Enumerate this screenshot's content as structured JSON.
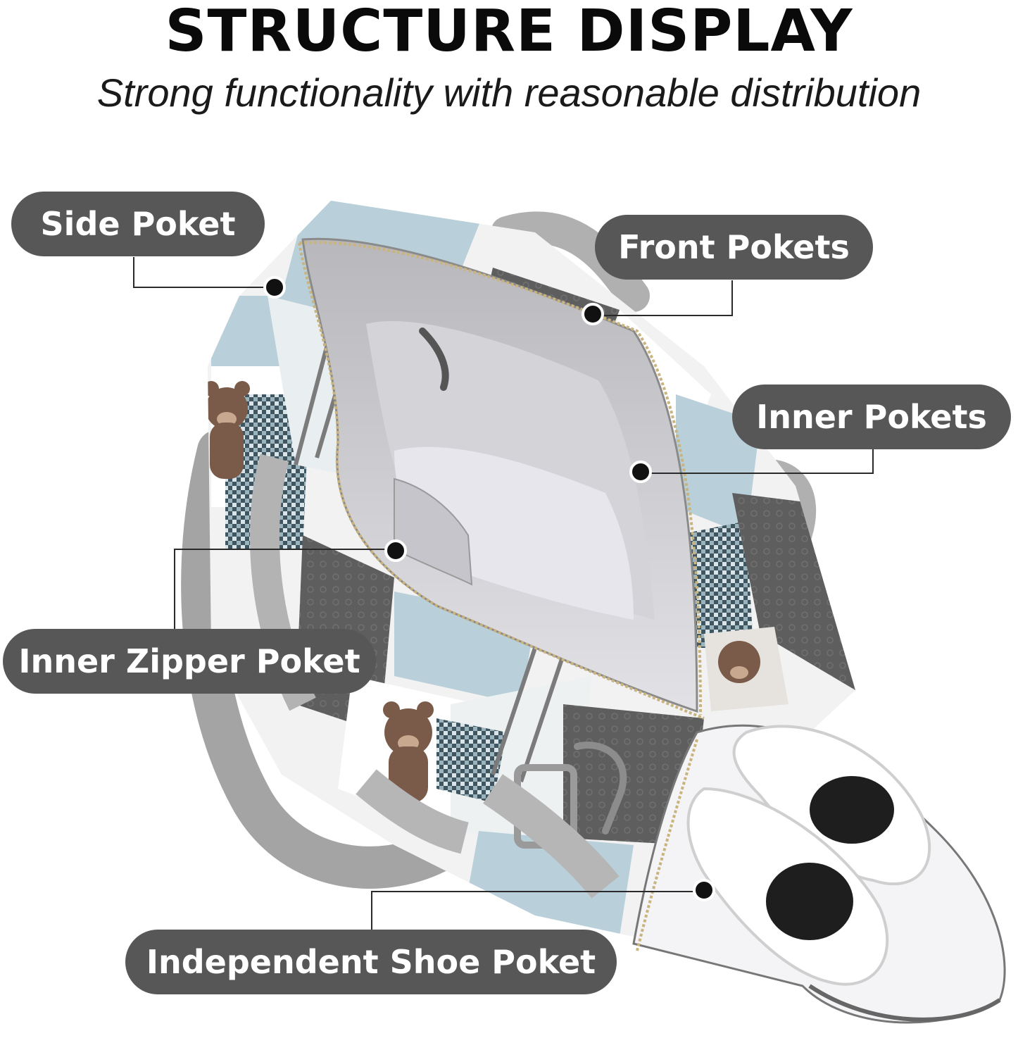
{
  "header": {
    "title": "STRUCTURE DISPLAY",
    "subtitle": "Strong functionality with reasonable distribution"
  },
  "callouts": {
    "side_pocket": "Side Poket",
    "front_pockets": "Front Pokets",
    "inner_pockets": "Inner Pokets",
    "inner_zipper_pocket": "Inner Zipper Poket",
    "independent_shoe_pocket": "Independent Shoe Poket"
  },
  "colors": {
    "label_background": "#575757",
    "label_text": "#ffffff",
    "pattern_light_blue": "#b9d0da",
    "pattern_dark_gray": "#5c5c5c",
    "lining_gray": "#c9c9cc",
    "strap_gray": "#a9a9a9"
  }
}
